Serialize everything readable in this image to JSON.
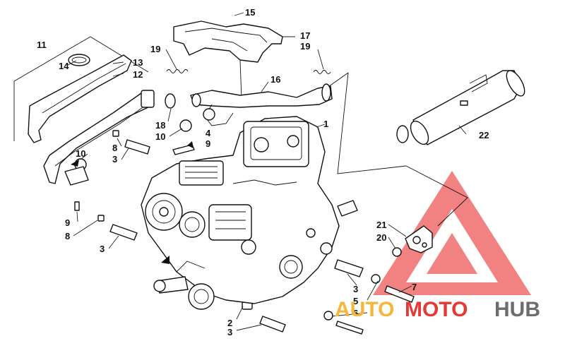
{
  "callouts": [
    "1",
    "2",
    "3",
    "3",
    "3",
    "3",
    "4",
    "5",
    "6",
    "7",
    "8",
    "8",
    "9",
    "9",
    "10",
    "10",
    "11",
    "12",
    "13",
    "14",
    "15",
    "16",
    "17",
    "18",
    "19",
    "19",
    "20",
    "21",
    "22"
  ],
  "watermark": {
    "text_part1": "AUTO",
    "text_part2": "MOTO",
    "text_part3": "HUB",
    "color_orange": "#f5b63a",
    "color_red": "#e53935",
    "color_gray": "#6d6d6d",
    "triangle_color": "#f06b6b"
  }
}
